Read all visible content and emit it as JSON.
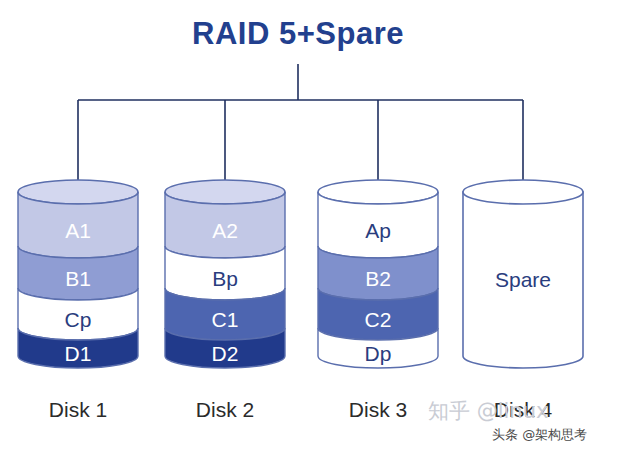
{
  "diagram": {
    "title": "RAID 5+Spare",
    "nodes": [
      {
        "text": [
          "Disk 1"
        ]
      },
      {
        "text": [
          "A1"
        ],
        "in": 0
      },
      {
        "text": [
          "B1"
        ],
        "in": 0
      },
      {
        "text": [
          "Cp"
        ],
        "in": 0
      },
      {
        "text": [
          "D1"
        ],
        "in": 0
      },
      {
        "text": [
          "Disk 2"
        ]
      },
      {
        "text": [
          "A2"
        ],
        "in": 5
      },
      {
        "text": [
          "Bp"
        ],
        "in": 5
      },
      {
        "text": [
          "C1"
        ],
        "in": 5
      },
      {
        "text": [
          "D2"
        ],
        "in": 5
      },
      {
        "text": [
          "Disk 3"
        ]
      },
      {
        "text": [
          "Ap"
        ],
        "in": 10
      },
      {
        "text": [
          "B2"
        ],
        "in": 10
      },
      {
        "text": [
          "C2"
        ],
        "in": 10
      },
      {
        "text": [
          "Dp"
        ],
        "in": 10
      },
      {
        "text": [
          "Spare",
          "Disk 4"
        ]
      }
    ],
    "labels": [
      "知乎 @linux",
      "头条 @架构思考"
    ]
  }
}
